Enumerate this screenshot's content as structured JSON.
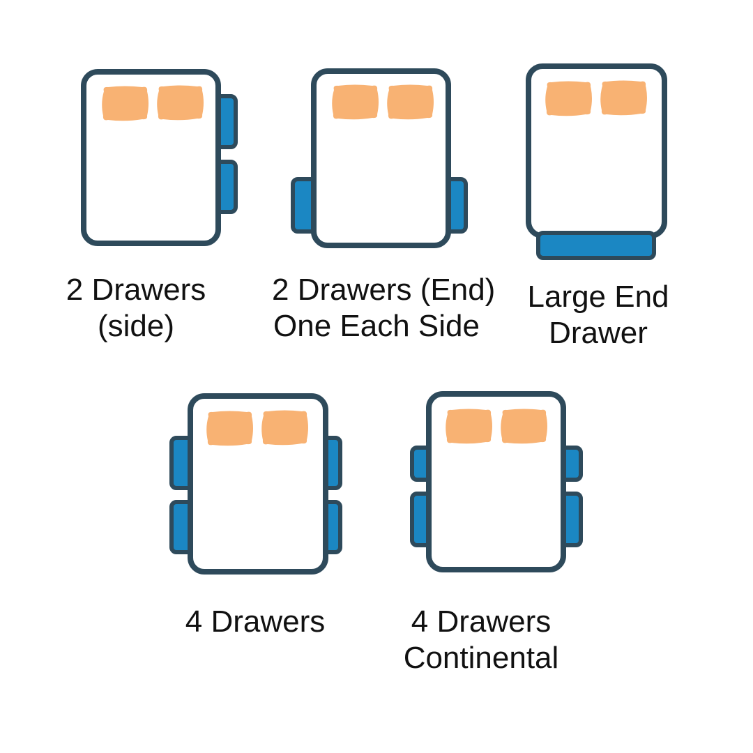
{
  "colors": {
    "background": "#FFFFFF",
    "ink": "#2E4A5B",
    "drawer_blue": "#1B87C3",
    "pillow_orange": "#F8B273",
    "label_text": "#111111"
  },
  "figures": [
    {
      "name": "2-drawers-side",
      "label_lines": [
        "2 Drawers",
        "(side)"
      ],
      "drawer_count": 2,
      "drawer_position": "right-side"
    },
    {
      "name": "2-drawers-end-one-each-side",
      "label_lines": [
        "2 Drawers (End)",
        "One Each Side"
      ],
      "drawer_count": 2,
      "drawer_position": "one-each-side-at-end"
    },
    {
      "name": "large-end-drawer",
      "label_lines": [
        "Large End",
        "Drawer"
      ],
      "drawer_count": 1,
      "drawer_position": "end"
    },
    {
      "name": "4-drawers",
      "label_lines": [
        "4 Drawers"
      ],
      "drawer_count": 4,
      "drawer_position": "both-sides"
    },
    {
      "name": "4-drawers-continental",
      "label_lines": [
        "4 Drawers",
        "Continental"
      ],
      "drawer_count": 4,
      "drawer_position": "both-sides-continental"
    }
  ]
}
